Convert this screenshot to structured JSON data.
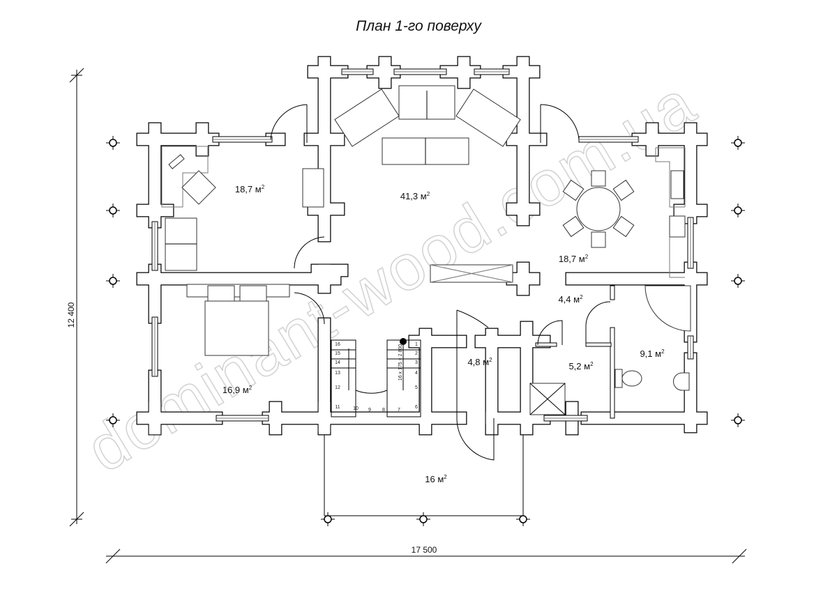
{
  "title": "План 1-го поверху",
  "watermark": "dominant-wood.com.ua",
  "dimensions": {
    "height": "12 400",
    "width": "17 500"
  },
  "area_unit": "м",
  "area_unit_sup": "2",
  "rooms": [
    {
      "area": "18,7"
    },
    {
      "area": "41,3"
    },
    {
      "area": "18,7"
    },
    {
      "area": "4,4"
    },
    {
      "area": "16,9"
    },
    {
      "area": "4,8"
    },
    {
      "area": "5,2"
    },
    {
      "area": "9,1"
    },
    {
      "area": "16"
    }
  ],
  "stairs": {
    "steps": [
      "1",
      "2",
      "3",
      "4",
      "5",
      "6",
      "7",
      "8",
      "9",
      "10",
      "11",
      "12",
      "13",
      "14",
      "15",
      "16"
    ],
    "formula": "16 x 175 = 2 800"
  }
}
